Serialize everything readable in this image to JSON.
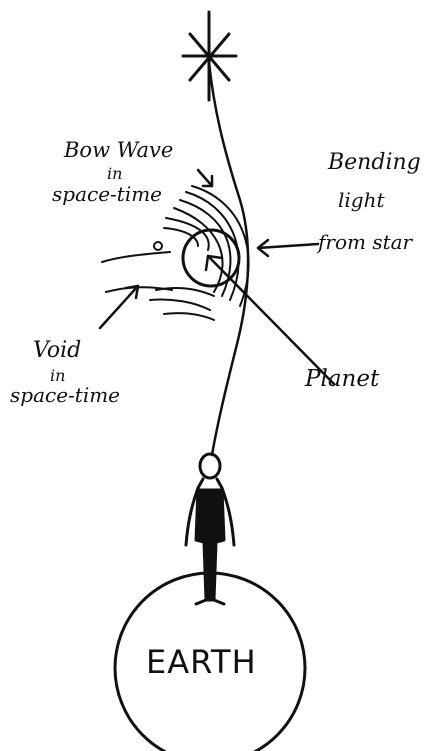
{
  "labels": {
    "bow_wave": [
      "Bow Wave",
      "in",
      "space-time"
    ],
    "bending_light": [
      "Bending",
      "light",
      "from star"
    ],
    "void": [
      "Void",
      "in",
      "space-time"
    ],
    "planet": "Planet",
    "earth": "EARTH"
  },
  "icons": [
    "star-icon",
    "planet-icon",
    "person-icon",
    "earth-icon"
  ],
  "colors": {
    "ink": "#111111",
    "paper": "#ffffff"
  }
}
